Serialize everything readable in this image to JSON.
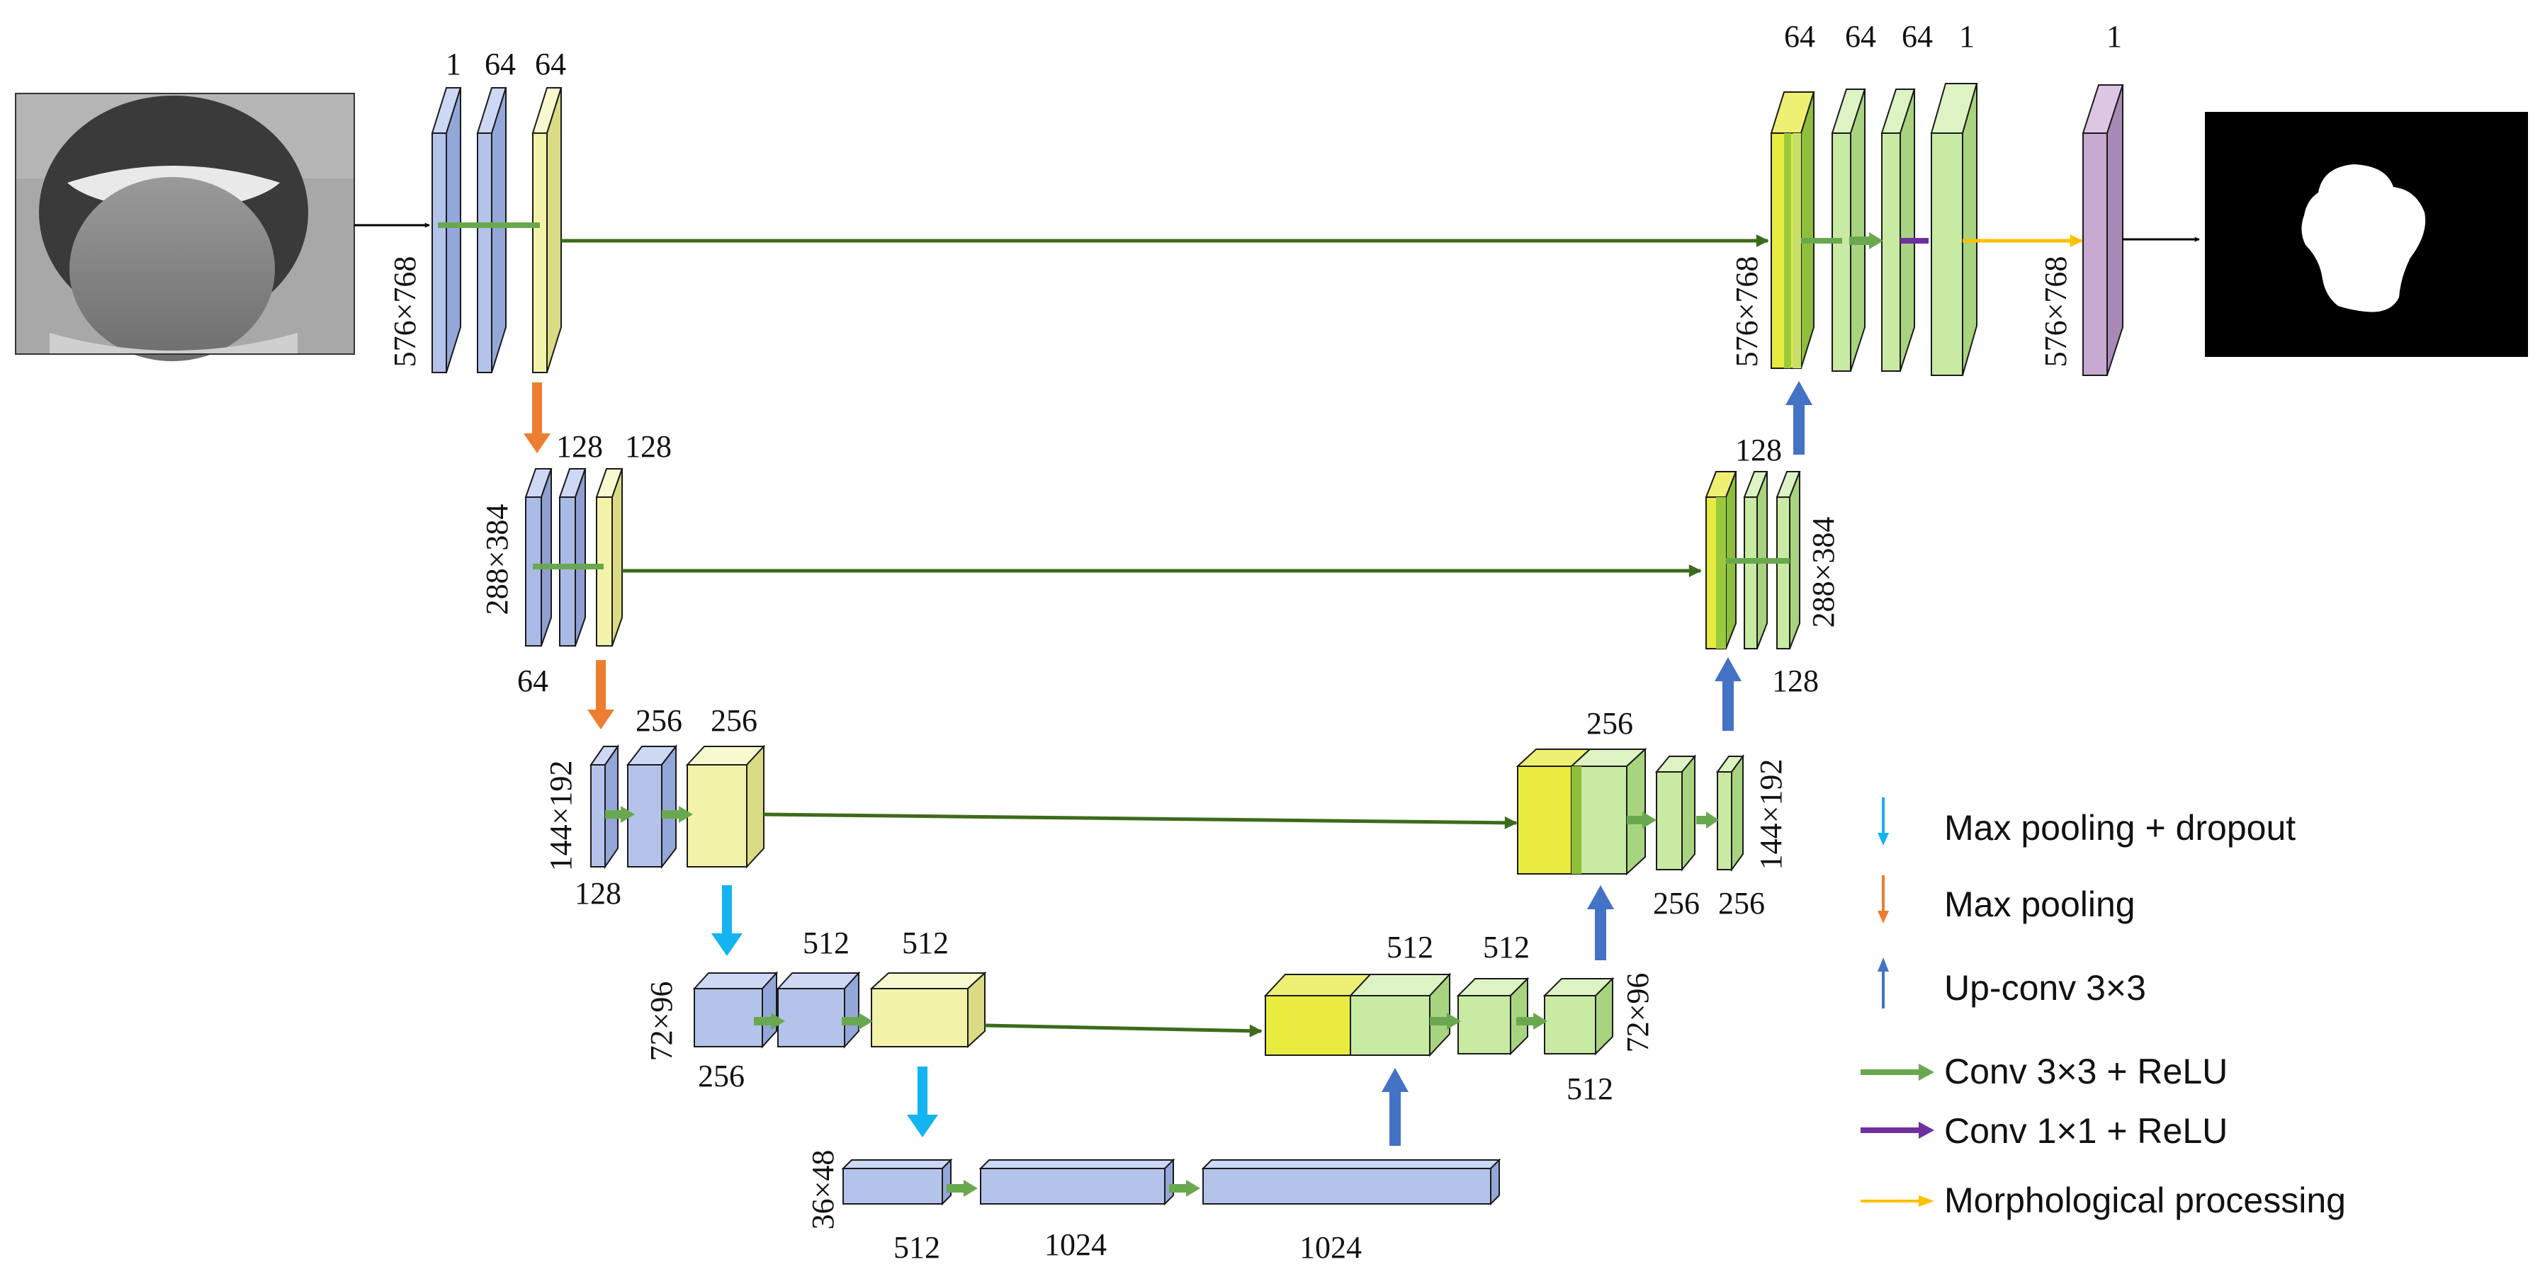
{
  "colors": {
    "encoder_face": "#b4c3ea",
    "encoder_top": "#cdd8f5",
    "encoder_side": "#94a7d9",
    "encoder_dark": "#8e9fd0",
    "skip_face": "#f2f3a8",
    "skip_top": "#f8f9cf",
    "skip_side": "#dadb84",
    "concat_face": "#e7ec3e",
    "concat_side": "#c4c924",
    "concat_dark": "#8fbf3a",
    "decoder_face": "#c8eaa2",
    "decoder_top": "#ddf3c4",
    "decoder_side": "#a9d47f",
    "output_face": "#c8a9d2",
    "output_side": "#a98ab6",
    "edge": "#1a1a1a",
    "skip_line": "#3d6b1c",
    "conv3x3": "#6aa84f",
    "conv1x1": "#7030a0",
    "maxpool": "#ed7d31",
    "maxpool_dropout": "#14b4f0",
    "upconv": "#4472c4",
    "morph": "#ffc000"
  },
  "images": {
    "input_image": "tongue-photo",
    "output_mask": "tongue-mask"
  },
  "labels": {
    "enc1": {
      "c1": "1",
      "c2": "64",
      "c3": "64",
      "size": "576×768"
    },
    "enc2": {
      "c1": "128",
      "c2": "128",
      "size": "288×384",
      "bottom": "64"
    },
    "enc3": {
      "c1": "256",
      "c2": "256",
      "size": "144×192",
      "bottom": "128"
    },
    "enc4": {
      "c1": "512",
      "c2": "512",
      "size": "72×96",
      "bottom": "256"
    },
    "bottleneck": {
      "size": "36×48",
      "c1": "512",
      "c2": "1024",
      "c3": "1024"
    },
    "dec4": {
      "c1": "512",
      "c2": "512",
      "size": "72×96",
      "bottom": "512"
    },
    "dec3": {
      "top": "256",
      "size": "144×192",
      "c1": "256",
      "c2": "256"
    },
    "dec2": {
      "top": "128",
      "size": "288×384",
      "bottom": "128"
    },
    "dec1": {
      "c1": "64",
      "c2": "64",
      "c3": "64",
      "c4": "1",
      "size": "576×768"
    },
    "output": {
      "c1": "1",
      "size": "576×768"
    }
  },
  "legend": [
    {
      "label": "Max pooling + dropout",
      "arrow": "maxpool_dropout",
      "icon": "down-arrow-icon"
    },
    {
      "label": "Max pooling",
      "arrow": "maxpool",
      "icon": "down-arrow-icon"
    },
    {
      "label": "Up-conv 3×3",
      "arrow": "upconv",
      "icon": "up-arrow-icon"
    },
    {
      "label": "Conv 3×3 + ReLU",
      "arrow": "conv3x3",
      "icon": "right-arrow-icon"
    },
    {
      "label": "Conv 1×1 + ReLU",
      "arrow": "conv1x1",
      "icon": "right-arrow-icon"
    },
    {
      "label": "Morphological processing",
      "arrow": "morph",
      "icon": "right-arrow-icon"
    }
  ]
}
